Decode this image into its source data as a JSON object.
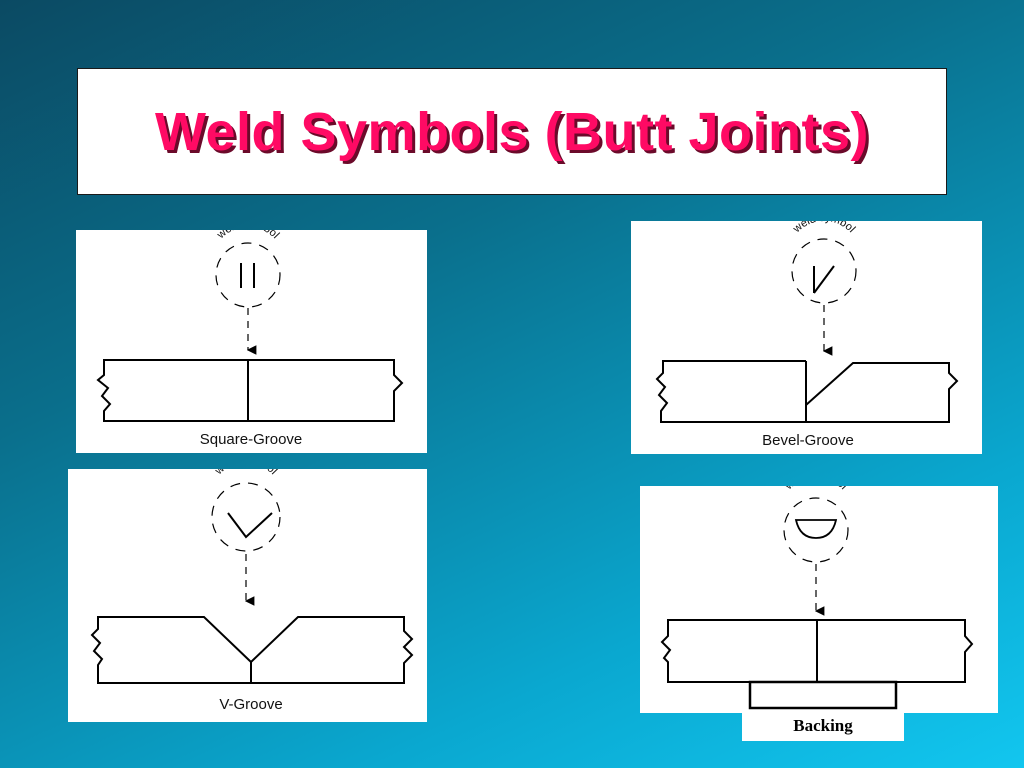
{
  "title": "Weld Symbols (Butt Joints)",
  "weld_symbol_text": "weld symbol",
  "panels": [
    {
      "id": "square",
      "label": "Square-Groove"
    },
    {
      "id": "bevel",
      "label": "Bevel-Groove"
    },
    {
      "id": "v",
      "label": "V-Groove"
    },
    {
      "id": "backing",
      "label": "Backing"
    }
  ],
  "colors": {
    "title": "#ff0a64",
    "title_shadow": "#6b0a2a",
    "background_dark": "#0b4a63",
    "background_light": "#12c6ef"
  }
}
